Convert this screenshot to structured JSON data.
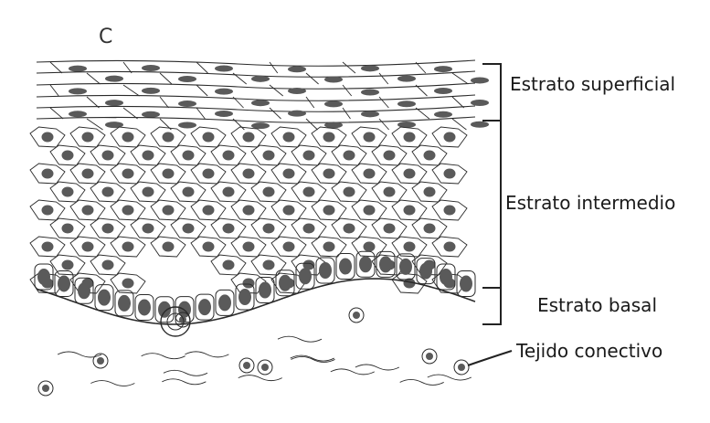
{
  "figure": {
    "panel_letter": "C",
    "labels": {
      "superficial": "Estrato superficial",
      "intermediate": "Estrato intermedio",
      "basal": "Estrato basal",
      "connective": "Tejido conectivo"
    }
  },
  "colors": {
    "background": "#ffffff",
    "line": "#2a2a2a",
    "nucleus": "#5a5a5a",
    "text": "#1a1a1a"
  }
}
